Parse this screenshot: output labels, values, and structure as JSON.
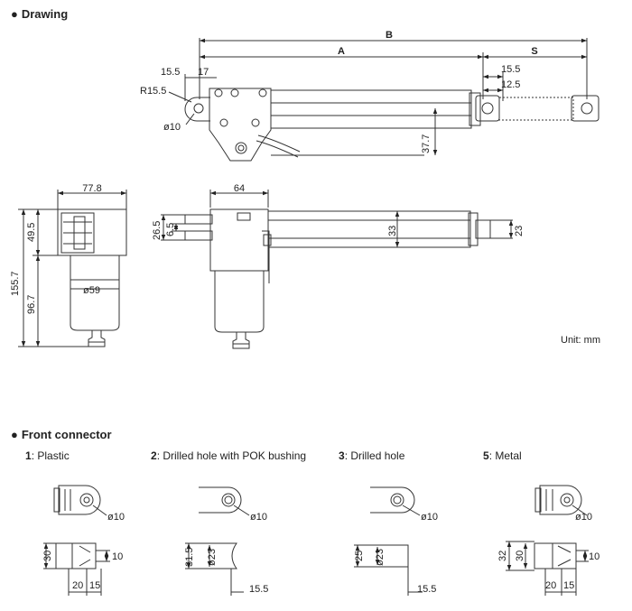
{
  "sections": {
    "drawing_title": "Drawing",
    "front_title": "Front connector",
    "unit": "Unit: mm"
  },
  "top_view": {
    "B": "B",
    "A": "A",
    "S": "S",
    "d15_5": "15.5",
    "d17": "17",
    "r15_5": "R15.5",
    "phi10": "ø10",
    "s15_5": "15.5",
    "s12_5": "12.5",
    "d37_7": "37.7"
  },
  "end_view": {
    "w": "77.8",
    "h_total": "155.7",
    "h_top": "49.5",
    "h_bot": "96.7",
    "phi59": "ø59"
  },
  "side_view": {
    "w": "64",
    "d26_5": "26.5",
    "d6_5": "6.5",
    "d33": "33",
    "d23": "23"
  },
  "connectors": [
    {
      "num": "1",
      "label": ": Plastic",
      "phi": "ø10",
      "h1": "30",
      "h2": "10",
      "w1": "20",
      "w2": "15"
    },
    {
      "num": "2",
      "label": ": Drilled hole with POK bushing",
      "phi": "ø10",
      "h1": "31.5",
      "h2": "ø23",
      "w1": "15.5"
    },
    {
      "num": "3",
      "label": ": Drilled hole",
      "phi": "ø10",
      "h1": "25",
      "h2": "ø23",
      "w1": "15.5"
    },
    {
      "num": "5",
      "label": ": Metal",
      "phi": "ø10",
      "h1": "32",
      "h2": "30",
      "h3": "10",
      "w1": "20",
      "w2": "15"
    }
  ]
}
